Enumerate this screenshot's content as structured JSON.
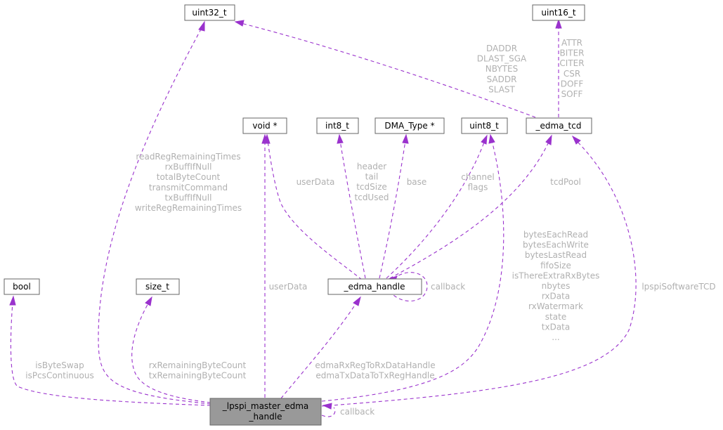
{
  "nodes": {
    "main": [
      "_lpspi_master_edma",
      "_handle"
    ],
    "uint32": "uint32_t",
    "uint16": "uint16_t",
    "voidp": "void *",
    "int8": "int8_t",
    "dma": "DMA_Type *",
    "uint8": "uint8_t",
    "tcd": "_edma_tcd",
    "bool": "bool",
    "sizet": "size_t",
    "edma": "_edma_handle"
  },
  "labels": {
    "tcd_uint32": [
      "DADDR",
      "DLAST_SGA",
      "NBYTES",
      "SADDR",
      "SLAST"
    ],
    "tcd_uint16": [
      "ATTR",
      "BITER",
      "CITER",
      "CSR",
      "DOFF",
      "SOFF"
    ],
    "main_uint32": [
      "readRegRemainingTimes",
      "rxBuffIfNull",
      "totalByteCount",
      "transmitCommand",
      "txBuffIfNull",
      "writeRegRemainingTimes"
    ],
    "edma_void": [
      "userData"
    ],
    "edma_int8": [
      "header",
      "tail",
      "tcdSize",
      "tcdUsed"
    ],
    "edma_dma": [
      "base"
    ],
    "edma_uint8": [
      "channel",
      "flags"
    ],
    "edma_tcd": [
      "tcdPool"
    ],
    "edma_self": [
      "callback"
    ],
    "main_void": [
      "userData"
    ],
    "main_uint8": [
      "bytesEachRead",
      "bytesEachWrite",
      "bytesLastRead",
      "fifoSize",
      "isThereExtraRxBytes",
      "nbytes",
      "rxData",
      "rxWatermark",
      "state",
      "txData",
      "..."
    ],
    "main_tcd": [
      "lpspiSoftwareTCD"
    ],
    "main_bool": [
      "isByteSwap",
      "isPcsContinuous"
    ],
    "main_sizet": [
      "rxRemainingByteCount",
      "txRemainingByteCount"
    ],
    "main_edma": [
      "edmaRxRegToRxDataHandle",
      "edmaTxDataToTxRegHandle"
    ],
    "main_self": [
      "callback"
    ]
  },
  "colors": {
    "edge": "#9a32cd",
    "label": "#b0b0b0",
    "main_fill": "#999999"
  }
}
